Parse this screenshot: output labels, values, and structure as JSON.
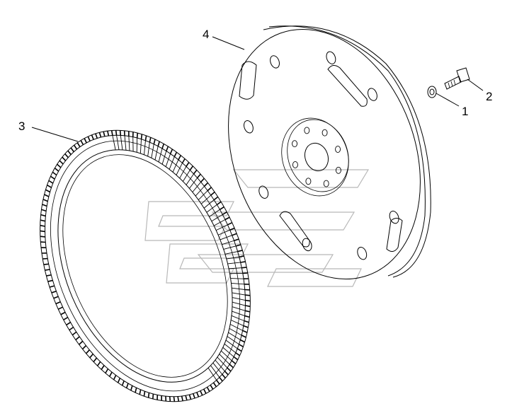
{
  "diagram": {
    "parts": [
      {
        "id": "washer",
        "callout": "1"
      },
      {
        "id": "bolt",
        "callout": "2"
      },
      {
        "id": "ring-gear",
        "callout": "3"
      },
      {
        "id": "flywheel-plate",
        "callout": "4"
      }
    ]
  }
}
